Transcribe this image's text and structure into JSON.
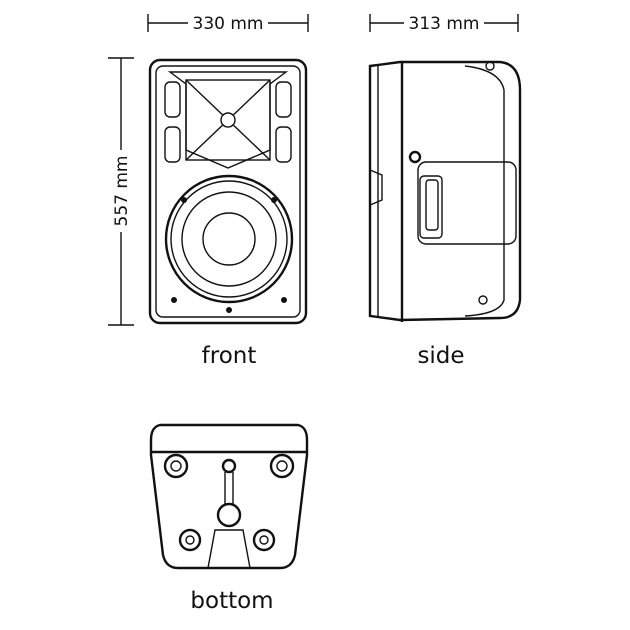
{
  "dimensions": {
    "width": "330 mm",
    "depth": "313 mm",
    "height": "557 mm"
  },
  "views": {
    "front": "front",
    "side": "side",
    "bottom": "bottom"
  }
}
